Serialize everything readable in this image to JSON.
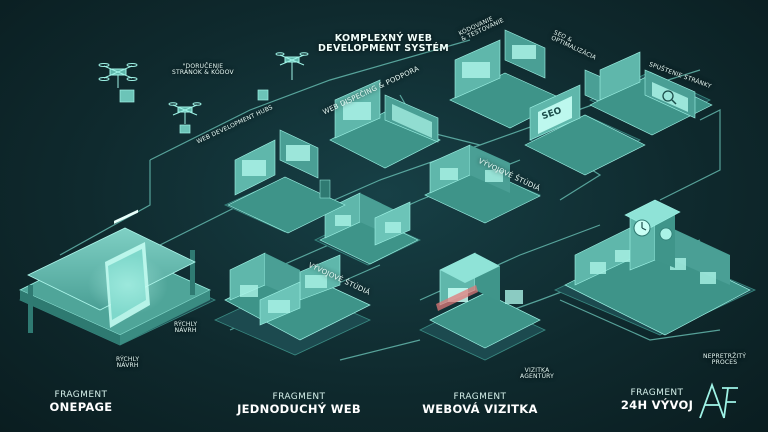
{
  "labels": {
    "main_title_1": "KOMPLEXNÝ WEB",
    "main_title_2": "DEVELOPMENT SYSTÉM",
    "drone_delivery_1": "\"DORUČENIE",
    "drone_delivery_2": "STRÁNOK & KÓDOV",
    "web_hubs": "WEB DEVELOPMENT HUBS",
    "dispatch": "WEB DISPEČING & PODPORA",
    "coding_1": "KÓDOVANIE",
    "coding_2": "& TESTOVANIE",
    "seo_1": "SEO &",
    "seo_2": "OPTIMALIZÁCIA",
    "launch": "SPUŠTENIE STRÁNKY",
    "studios_right": "VÝVOJOVÉ ŠTÚDIÁ",
    "studios_center": "VÝVOJOVÉ ŠTÚDIÁ",
    "quick_draft_a_1": "RÝCHLY",
    "quick_draft_a_2": "NÁVRH",
    "quick_draft_b_1": "RÝCHLY",
    "quick_draft_b_2": "NÁVRH",
    "agency_card_1": "VIZITKA",
    "agency_card_2": "AGENTÚRY",
    "nonstop_1": "NEPRETRŽITÝ",
    "nonstop_2": "PROCES",
    "seo_screen": "SEO"
  },
  "fragments": [
    {
      "top": "FRAGMENT",
      "main": "ONEPAGE"
    },
    {
      "top": "FRAGMENT",
      "main": "JEDNODUCHÝ WEB"
    },
    {
      "top": "FRAGMENT",
      "main": "WEBOVÁ VIZITKA"
    },
    {
      "top": "FRAGMENT",
      "main": "24H VÝVOJ"
    }
  ],
  "colors": {
    "background": "#0f2a2e",
    "building": "#5fb7ab",
    "building_dark": "#2f7a72",
    "line": "#7fd6c9",
    "glow": "#9ff3e6"
  },
  "icons": [
    "drone-icon",
    "package-icon",
    "clock-tower-icon",
    "logo-mark-icon"
  ]
}
